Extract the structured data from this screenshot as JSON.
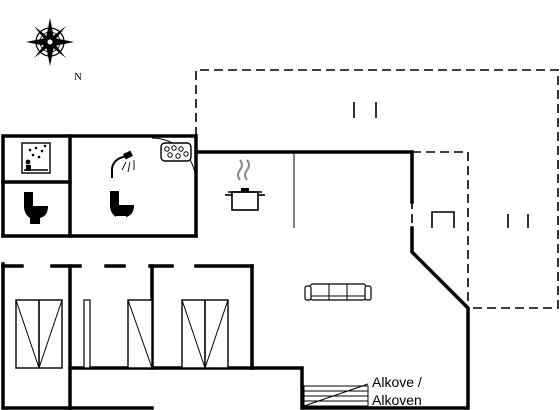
{
  "compass": {
    "north_label": "N"
  },
  "rooms": {
    "alcove_label_line1": "Alkove /",
    "alcove_label_line2": "Alkoven"
  },
  "icons": [
    "compass-rose-icon",
    "sauna-icon",
    "shower-icon",
    "toilet-icon",
    "whirlpool-icon",
    "cooking-pot-icon",
    "sofa-icon",
    "bed-icon",
    "chair-icon"
  ]
}
